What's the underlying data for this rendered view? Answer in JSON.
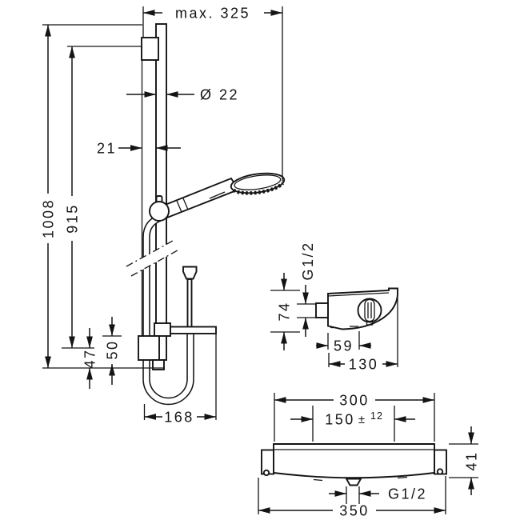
{
  "page": {
    "background": "#ffffff",
    "line_color": "#141414",
    "drawing_type": "shower set dimensional drawing"
  },
  "main_view": {
    "dims": {
      "max_width": "max. 325",
      "rail_diameter": "Ø 22",
      "wall_offset": "21",
      "overall_height": "1008",
      "upper_bracket_height": "915",
      "lower_offset": "47",
      "bracket_block_height": "50",
      "hose_loop_width": "168"
    }
  },
  "side_view": {
    "dims": {
      "thread": "G1/2",
      "height": "74",
      "depth_to_handle": "59",
      "depth_total": "130"
    }
  },
  "front_view": {
    "dims": {
      "body_width": "300",
      "supply_spacing": "150",
      "tolerance_sign": "±",
      "tolerance_value": "12",
      "body_height": "41",
      "outlet_thread": "G1/2",
      "overall_width": "350"
    }
  }
}
